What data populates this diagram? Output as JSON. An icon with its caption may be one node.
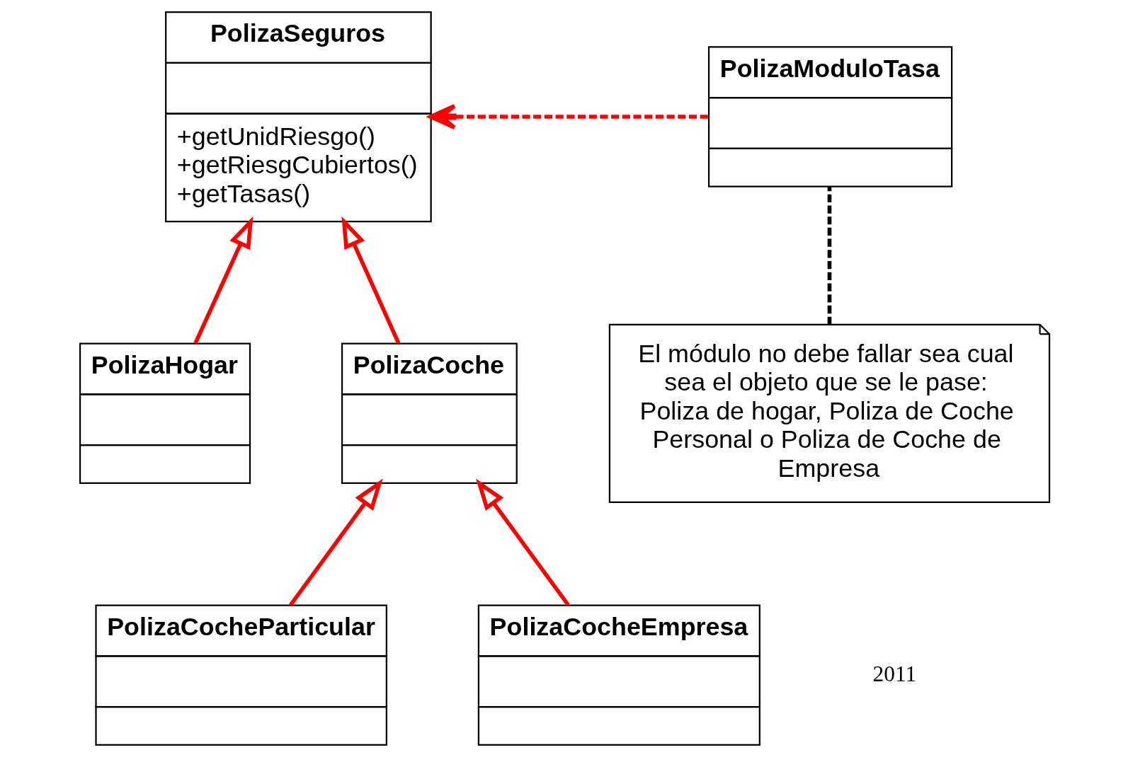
{
  "diagram": {
    "nodes": [
      {
        "text": [
          "PolizaSeguros",
          "+getUnidRiesgo()",
          "+getRiesgCubiertos()",
          "+getTasas()"
        ]
      },
      {
        "text": [
          "PolizaModuloTasa"
        ]
      },
      {
        "text": [
          "El módulo no debe fallar sea cual sea el objeto que se le pase: Poliza de hogar, Poliza de Coche Personal o Poliza de Coche de Empresa"
        ]
      },
      {
        "text": [
          "PolizaHogar"
        ]
      },
      {
        "text": [
          "PolizaCoche"
        ]
      },
      {
        "text": [
          "PolizaCocheParticular"
        ]
      },
      {
        "text": [
          "PolizaCocheEmpresa"
        ]
      }
    ],
    "edges": [
      {
        "from": 1,
        "to": 0,
        "arrow": "to",
        "style": "dashed"
      },
      {
        "from": 2,
        "to": 1,
        "arrow": "none",
        "style": "dashed",
        "color": "#000000"
      },
      {
        "from": 3,
        "to": 0,
        "arrow": "to"
      },
      {
        "from": 4,
        "to": 0,
        "arrow": "to"
      },
      {
        "from": 5,
        "to": 4,
        "arrow": "to"
      },
      {
        "from": 6,
        "to": 4,
        "arrow": "to"
      }
    ],
    "labels": [
      "2011"
    ]
  }
}
